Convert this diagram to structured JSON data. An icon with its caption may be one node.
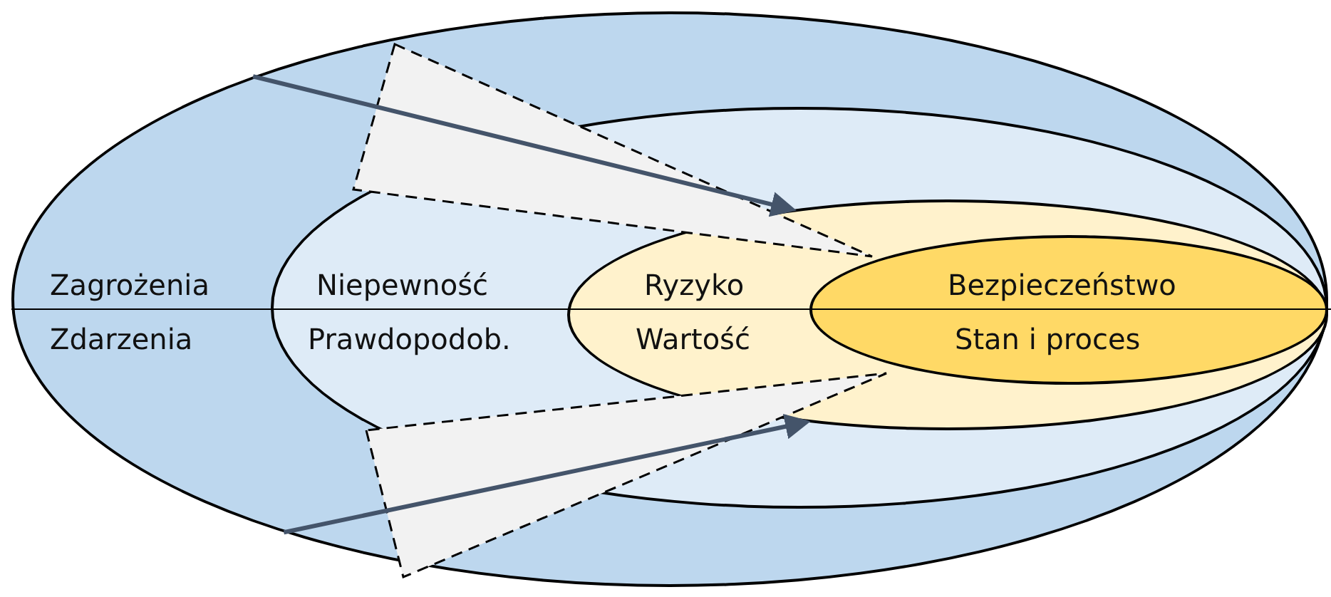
{
  "diagram": {
    "nodes": [
      {
        "text": [
          "Zagrożenia",
          "Zdarzenia"
        ]
      },
      {
        "text": [
          "Niepewność",
          "Prawdopodob."
        ],
        "in": 0
      },
      {
        "text": [
          "Ryzyko",
          "Wartość"
        ],
        "in": 1
      },
      {
        "text": [
          "Bezpieczeństwo",
          "Stan i proces"
        ],
        "in": 2
      }
    ],
    "edges": [
      {
        "from": 0,
        "to": 2,
        "arrow": "to"
      },
      {
        "from": 0,
        "to": 2,
        "arrow": "to"
      }
    ]
  }
}
